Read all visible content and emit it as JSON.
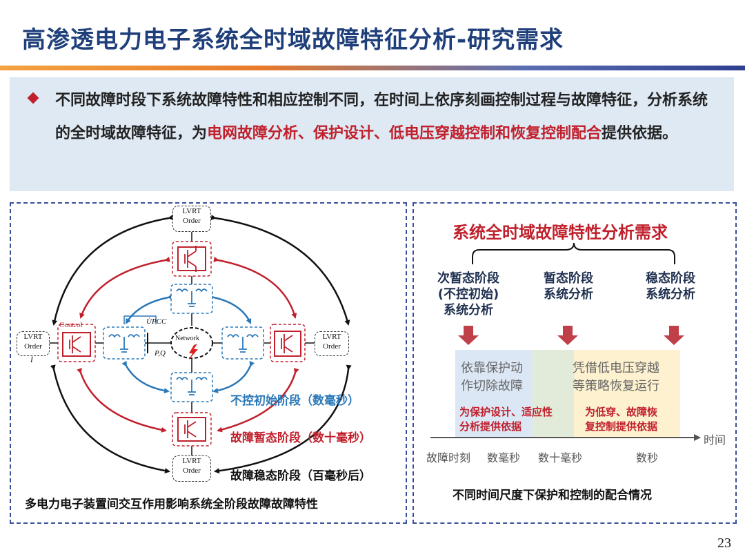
{
  "title": "高渗透电力电子系统全时域故障特征分析-研究需求",
  "bullet": {
    "part1": "不同故障时段下系统故障特性和相应控制不同，在时间上依序刻画控制过程与故障特征，分析系统的全时域故障特征，为",
    "part2": "电网故障分析、保护设计、低电压穿越控制和恢复控制配合",
    "part3": "提供依据。"
  },
  "left_panel": {
    "lvrt_order": [
      "LVRT",
      "Order"
    ],
    "control_label": "Control",
    "network_label": "Network",
    "u_pcc": "U̇PCC",
    "pq_label": "P,Q",
    "i_label": "İ",
    "phase_uncontrolled": "不控初始阶段（数毫秒）",
    "phase_transient": "故障暂态阶段（数十毫秒）",
    "phase_steady": "故障稳态阶段（百毫秒后）",
    "caption": "多电力电子装置间交互作用影响系统全阶段故障故障特性"
  },
  "right_panel": {
    "title": "系统全时域故障特性分析需求",
    "stage1": [
      "次暂态阶段",
      "(不控初始)",
      "系统分析"
    ],
    "stage2": [
      "暂态阶段",
      "系统分析"
    ],
    "stage3": [
      "稳态阶段",
      "系统分析"
    ],
    "zone1_text": [
      "依靠保护动",
      "作切除故障"
    ],
    "zone2_text": [
      "凭借低电压穿越",
      "等策略恢复运行"
    ],
    "zone1_red": [
      "为保护设计、适应性",
      "分析提供依据"
    ],
    "zone2_red": [
      "为低穿、故障恢",
      "复控制提供依据"
    ],
    "axis_label": "时间",
    "ticks": [
      "故障时刻",
      "数毫秒",
      "数十毫秒",
      "数秒"
    ],
    "caption": "不同时间尺度下保护和控制的配合情况"
  },
  "page_number": "23",
  "colors": {
    "accent_red": "#c0202c",
    "accent_blue": "#2a78b8",
    "title_blue": "#1f3f7a"
  }
}
